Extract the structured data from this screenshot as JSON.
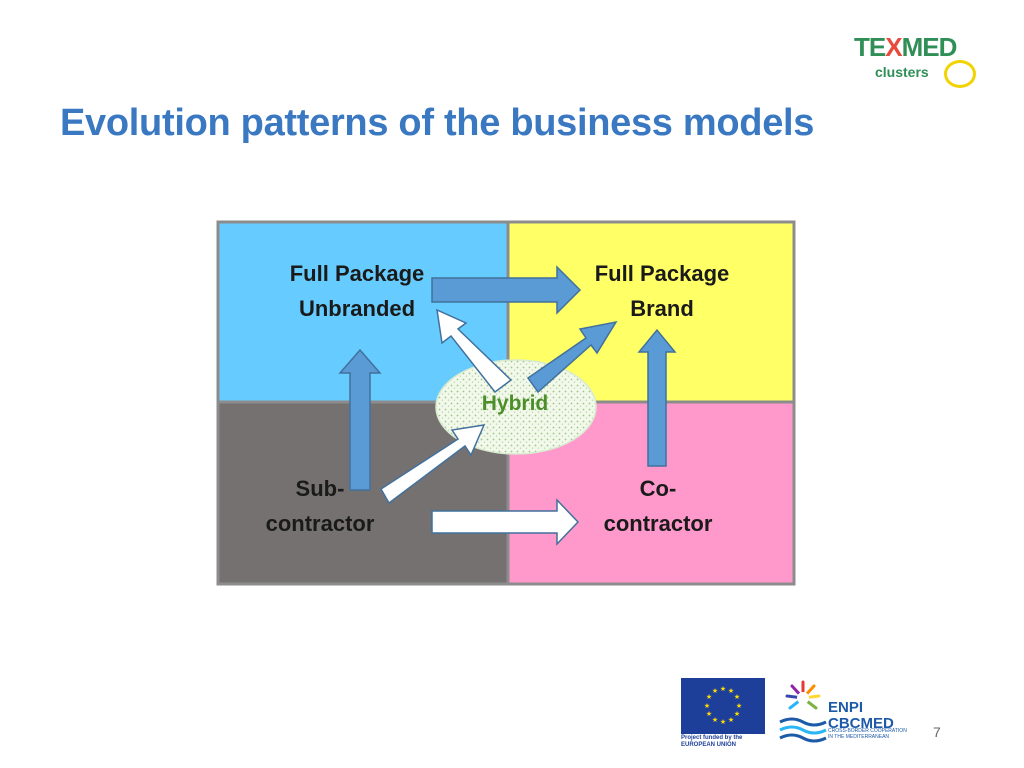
{
  "slide": {
    "title": "Evolution patterns of the business models",
    "page_number": "7"
  },
  "logos": {
    "texmed_main_left": "TE",
    "texmed_main_x": "X",
    "texmed_main_right": "MED",
    "texmed_sub": "clusters",
    "eu_caption": "Project funded by the\nEUROPEAN UNION",
    "enpi_title": "ENPI\nCBCMED",
    "enpi_caption": "CROSS-BORDER COOPERATION\nIN THE MEDITERRANEAN"
  },
  "diagram": {
    "quadrants": {
      "top_left": {
        "label": "Full Package Unbranded",
        "line1": "Full Package",
        "line2": "Unbranded",
        "color": "#66ccff"
      },
      "top_right": {
        "label": "Full Package Brand",
        "line1": "Full Package",
        "line2": "Brand",
        "color": "#ffff66"
      },
      "bottom_left": {
        "label": "Sub-contractor",
        "line1": "Sub-",
        "line2": "contractor",
        "color": "#767171"
      },
      "bottom_right": {
        "label": "Co-contractor",
        "line1": "Co-",
        "line2": "contractor",
        "color": "#ff99cc"
      }
    },
    "hybrid": {
      "label": "Hybrid",
      "color": "#4c8f2a"
    },
    "arrow_colors": {
      "blue": "#5b9bd5",
      "white": "#ffffff",
      "outline": "#41719c"
    }
  }
}
